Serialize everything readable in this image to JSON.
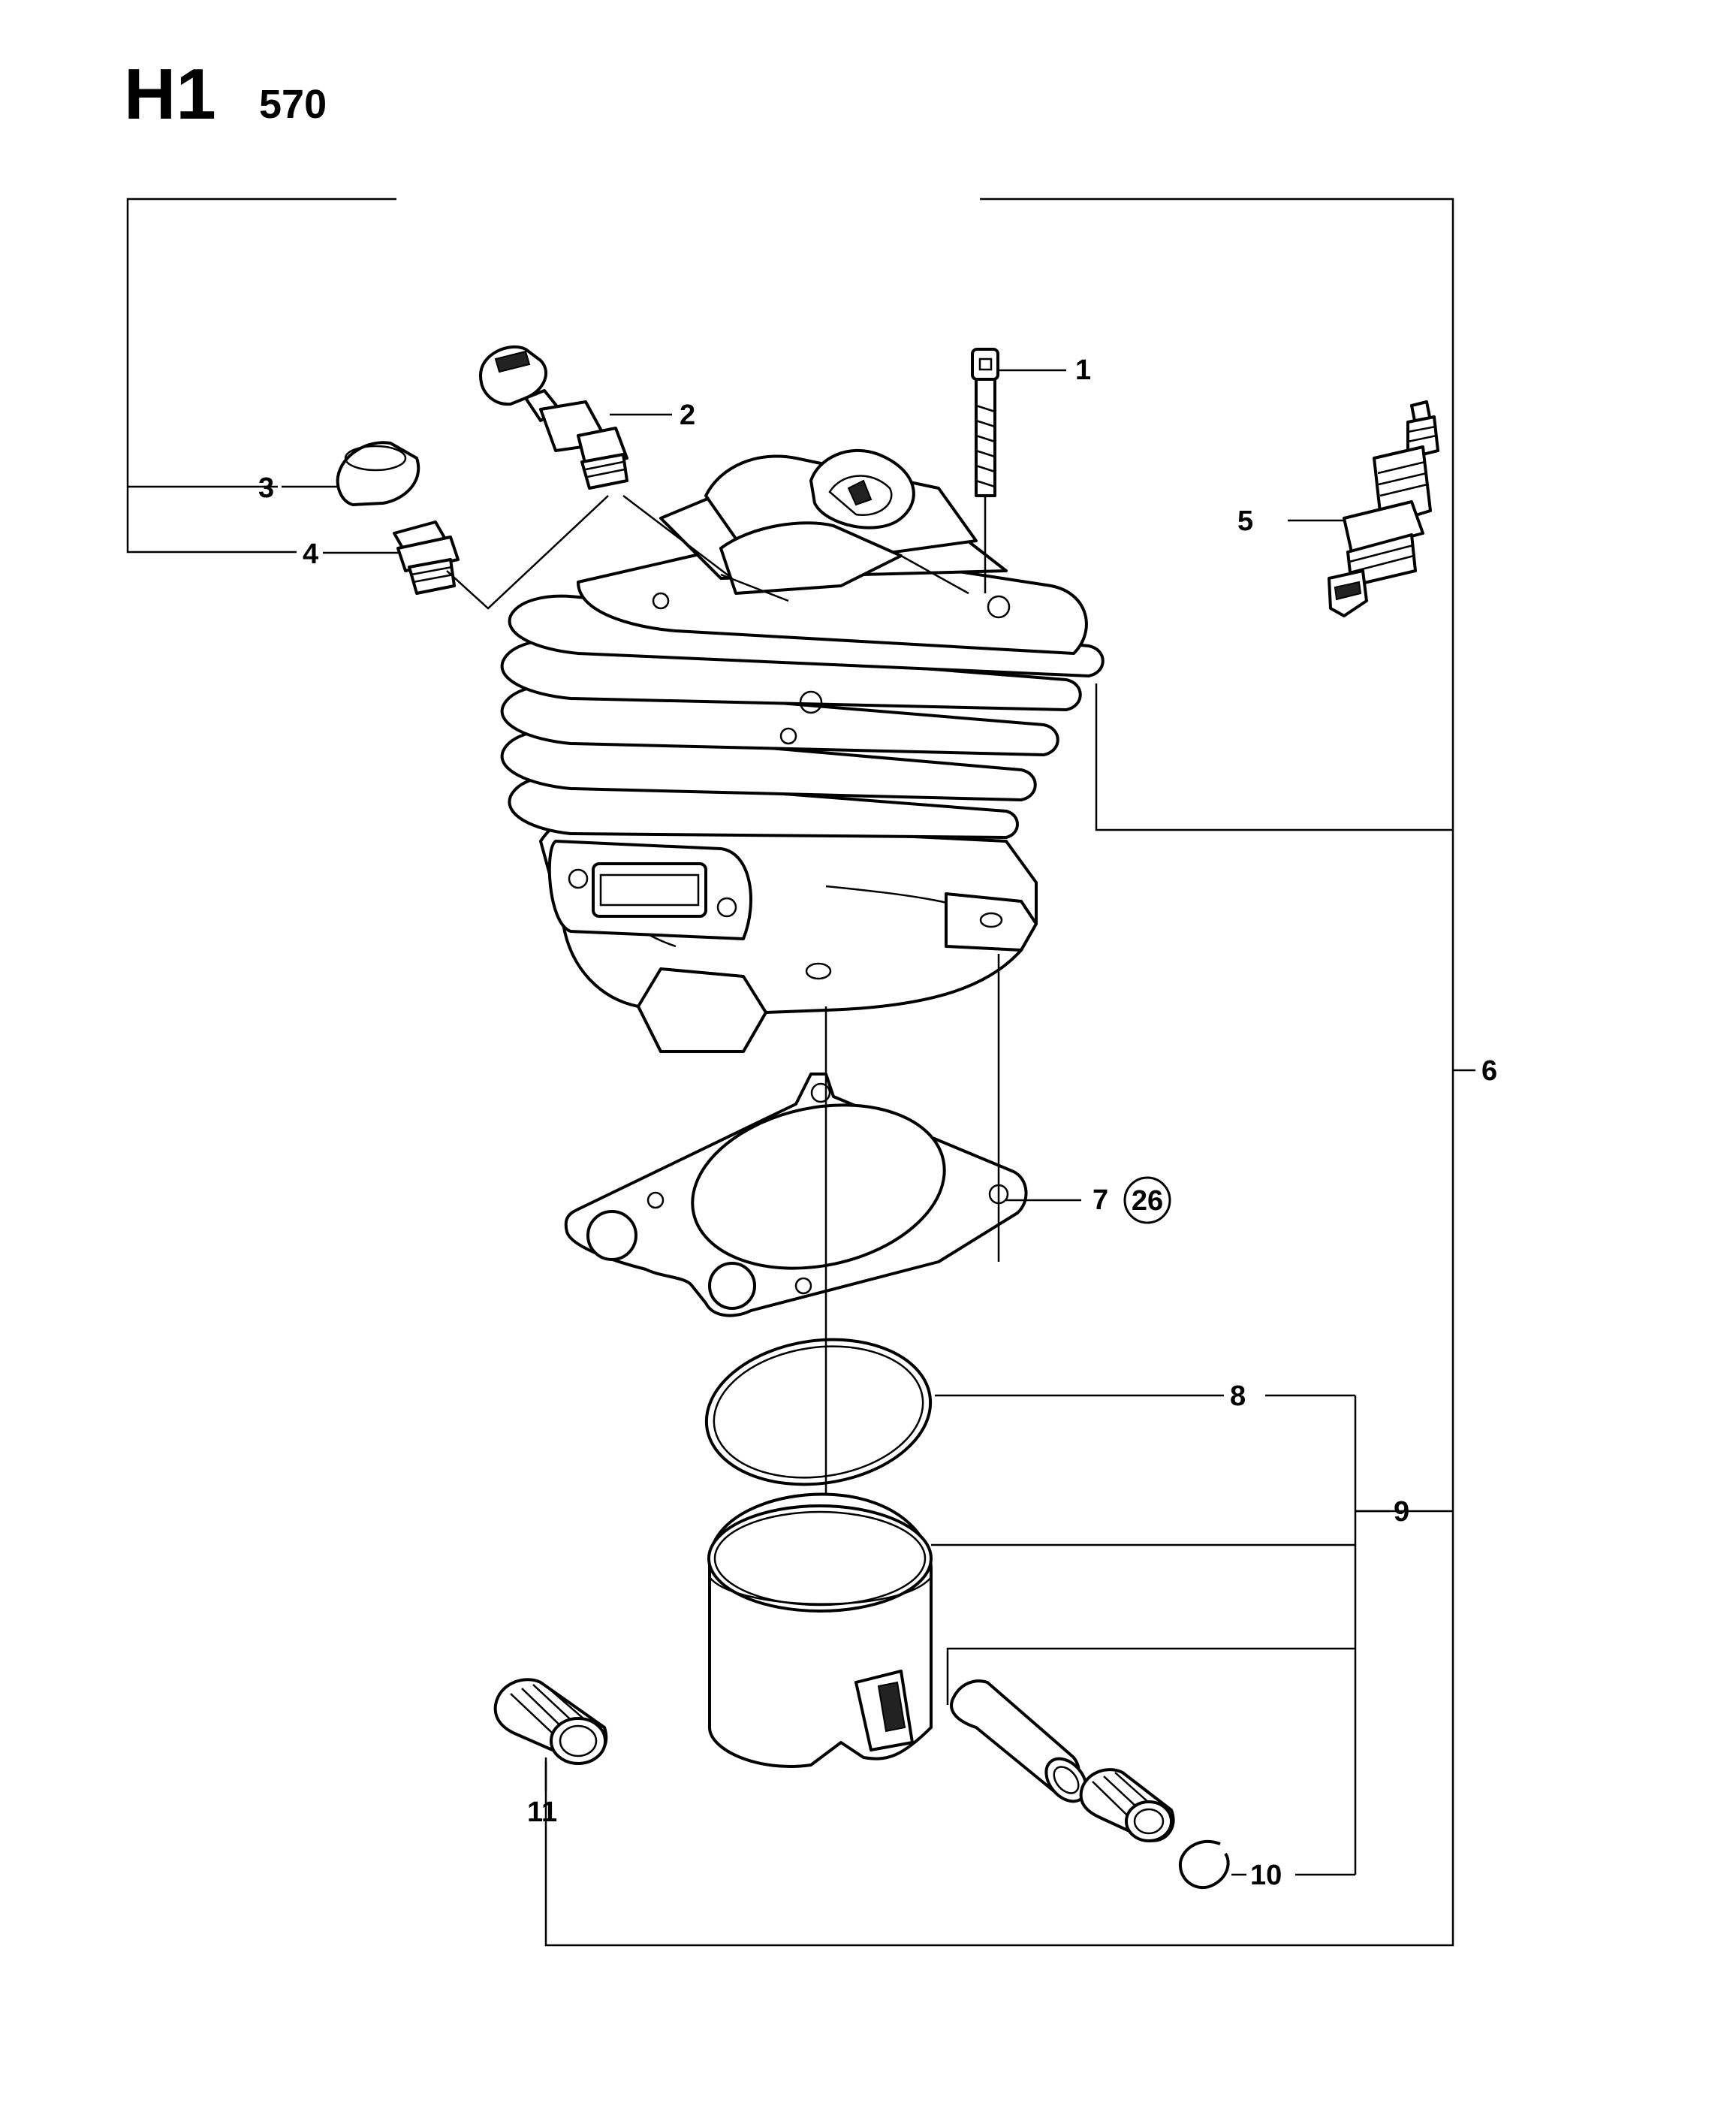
{
  "header": {
    "section": "H1",
    "model": "570"
  },
  "callouts": {
    "c1": "1",
    "c2": "2",
    "c3": "3",
    "c4": "4",
    "c5": "5",
    "c6": "6",
    "c7": "7",
    "c7_ref": "26",
    "c8": "8",
    "c9": "9",
    "c10": "10",
    "c11": "11"
  }
}
